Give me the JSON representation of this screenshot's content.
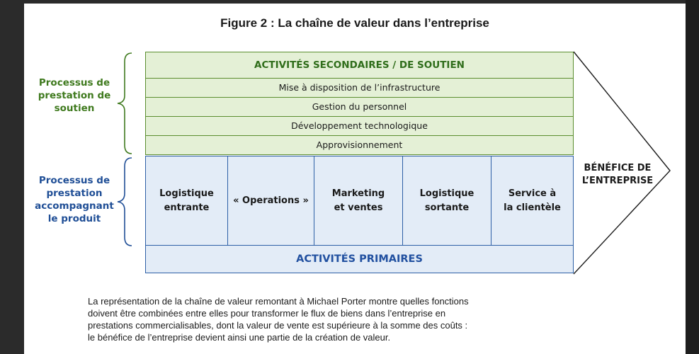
{
  "figure": {
    "title": "Figure 2 : La chaîne de valeur dans l’entreprise"
  },
  "side_labels": {
    "support": [
      "Processus de",
      "prestation de",
      "soutien"
    ],
    "product": [
      "Processus de",
      "prestation",
      "accompagnant",
      "le produit"
    ]
  },
  "support_activities": {
    "header": "ACTIVITÉS SECONDAIRES / DE SOUTIEN",
    "rows": [
      "Mise à disposition de l’infrastructure",
      "Gestion du personnel",
      "Développement technologique",
      "Approvisionnement"
    ]
  },
  "primary_activities": {
    "cells": [
      "Logistique\nentrante",
      "« Operations »",
      "Marketing\net ventes",
      "Logistique\nsortante",
      "Service à\nla clientèle"
    ],
    "footer": "ACTIVITÉS PRIMAIRES"
  },
  "benefit": {
    "lines": [
      "BÉNÉFICE DE",
      "L’ENTREPRISE"
    ]
  },
  "caption": {
    "lines": [
      "La représentation de la chaîne de valeur remontant à Michael Porter montre quelles fonctions",
      "doivent être combinées entre elles pour transformer le flux de biens dans l’entreprise en",
      "prestations commercialisables, dont la valeur de vente est supérieure à la somme des coûts :",
      "le bénéfice de l’entreprise devient ainsi une partie de la création de valeur."
    ]
  },
  "colors": {
    "support_fill": "#e4f0d6",
    "support_border": "#5b8e2f",
    "support_text": "#2f6d1a",
    "primary_fill": "#e3ecf7",
    "primary_border": "#2d5fa6",
    "primary_text": "#2150a0"
  }
}
